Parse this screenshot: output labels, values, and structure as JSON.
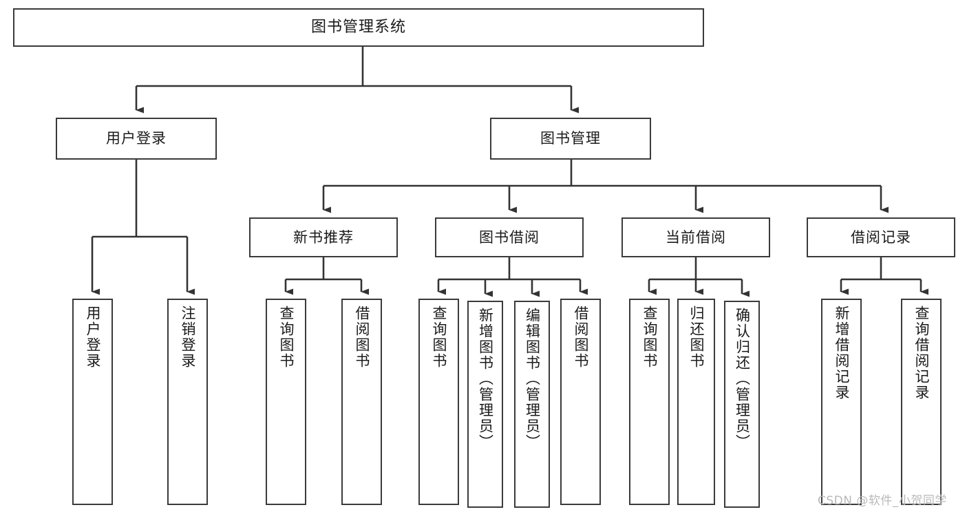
{
  "diagram": {
    "title": "图书管理系统",
    "type": "tree-hierarchy",
    "root": {
      "id": "root",
      "label": "图书管理系统"
    },
    "level2": [
      {
        "id": "user-login",
        "label": "用户登录"
      },
      {
        "id": "book-management",
        "label": "图书管理"
      }
    ],
    "level3": [
      {
        "id": "new-book-recommend",
        "label": "新书推荐",
        "parent": "book-management"
      },
      {
        "id": "book-borrow",
        "label": "图书借阅",
        "parent": "book-management"
      },
      {
        "id": "current-borrow",
        "label": "当前借阅",
        "parent": "book-management"
      },
      {
        "id": "borrow-record",
        "label": "借阅记录",
        "parent": "book-management"
      }
    ],
    "leaves": [
      {
        "id": "leaf-user-login",
        "label": "用户登录",
        "parent": "user-login"
      },
      {
        "id": "leaf-logout-login",
        "label": "注销登录",
        "parent": "user-login"
      },
      {
        "id": "leaf-query-book-1",
        "label": "查询图书",
        "parent": "new-book-recommend"
      },
      {
        "id": "leaf-borrow-book-1",
        "label": "借阅图书",
        "parent": "new-book-recommend"
      },
      {
        "id": "leaf-query-book-2",
        "label": "查询图书",
        "parent": "book-borrow"
      },
      {
        "id": "leaf-add-book-admin",
        "label": "新增图书（管理员）",
        "parent": "book-borrow"
      },
      {
        "id": "leaf-edit-book-admin",
        "label": "编辑图书（管理员）",
        "parent": "book-borrow"
      },
      {
        "id": "leaf-borrow-book-2",
        "label": "借阅图书",
        "parent": "book-borrow"
      },
      {
        "id": "leaf-query-book-3",
        "label": "查询图书",
        "parent": "current-borrow"
      },
      {
        "id": "leaf-return-book",
        "label": "归还图书",
        "parent": "current-borrow"
      },
      {
        "id": "leaf-confirm-return-admin",
        "label": "确认归还（管理员）",
        "parent": "current-borrow"
      },
      {
        "id": "leaf-add-borrow-record",
        "label": "新增借阅记录",
        "parent": "borrow-record"
      },
      {
        "id": "leaf-query-borrow-record",
        "label": "查询借阅记录",
        "parent": "borrow-record"
      }
    ],
    "watermark": "CSDN @软件_小贺同学",
    "colors": {
      "border": "#3a3a3a",
      "line": "#333333",
      "background": "#ffffff",
      "text": "#1a1a1a",
      "watermark": "#b9b9b9"
    }
  }
}
